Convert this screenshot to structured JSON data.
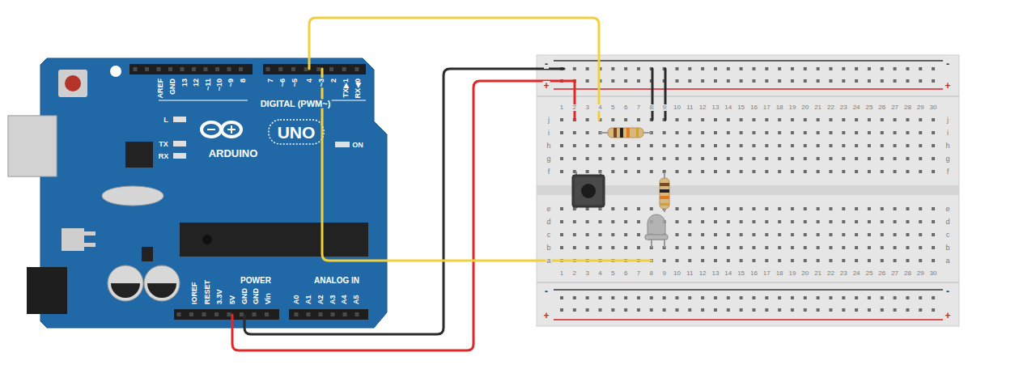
{
  "diagram": {
    "labels": [
      "AREF",
      "GND",
      "13",
      "12",
      "~11",
      "~10",
      "~9",
      "8",
      "7",
      "~6",
      "~5",
      "4",
      "~3",
      "2",
      "TX▶1",
      "RX◀0",
      "DIGITAL (PWM~)",
      "L",
      "TX",
      "RX",
      "ARDUINO",
      "UNO",
      "ON",
      "IOREF",
      "RESET",
      "3.3V",
      "5V",
      "GND",
      "GND",
      "Vin",
      "POWER",
      "ANALOG IN",
      "A0",
      "A1",
      "A2",
      "A3",
      "A4",
      "A5",
      "1",
      "2",
      "3",
      "4",
      "5",
      "6",
      "7",
      "8",
      "9",
      "10",
      "11",
      "12",
      "13",
      "14",
      "15",
      "16",
      "17",
      "18",
      "19",
      "20",
      "21",
      "22",
      "23",
      "24",
      "25",
      "26",
      "27",
      "28",
      "29",
      "30",
      "1",
      "2",
      "3",
      "4",
      "5",
      "6",
      "7",
      "8",
      "9",
      "10",
      "11",
      "12",
      "13",
      "14",
      "15",
      "16",
      "17",
      "18",
      "19",
      "20",
      "21",
      "22",
      "23",
      "24",
      "25",
      "26",
      "27",
      "28",
      "29",
      "30",
      "j",
      "i",
      "h",
      "g",
      "f",
      "e",
      "d",
      "c",
      "b",
      "a",
      "j",
      "i",
      "h",
      "g",
      "f",
      "e",
      "d",
      "c",
      "b",
      "a",
      "-",
      "+",
      "-",
      "+",
      "-",
      "+",
      "-",
      "+"
    ]
  }
}
